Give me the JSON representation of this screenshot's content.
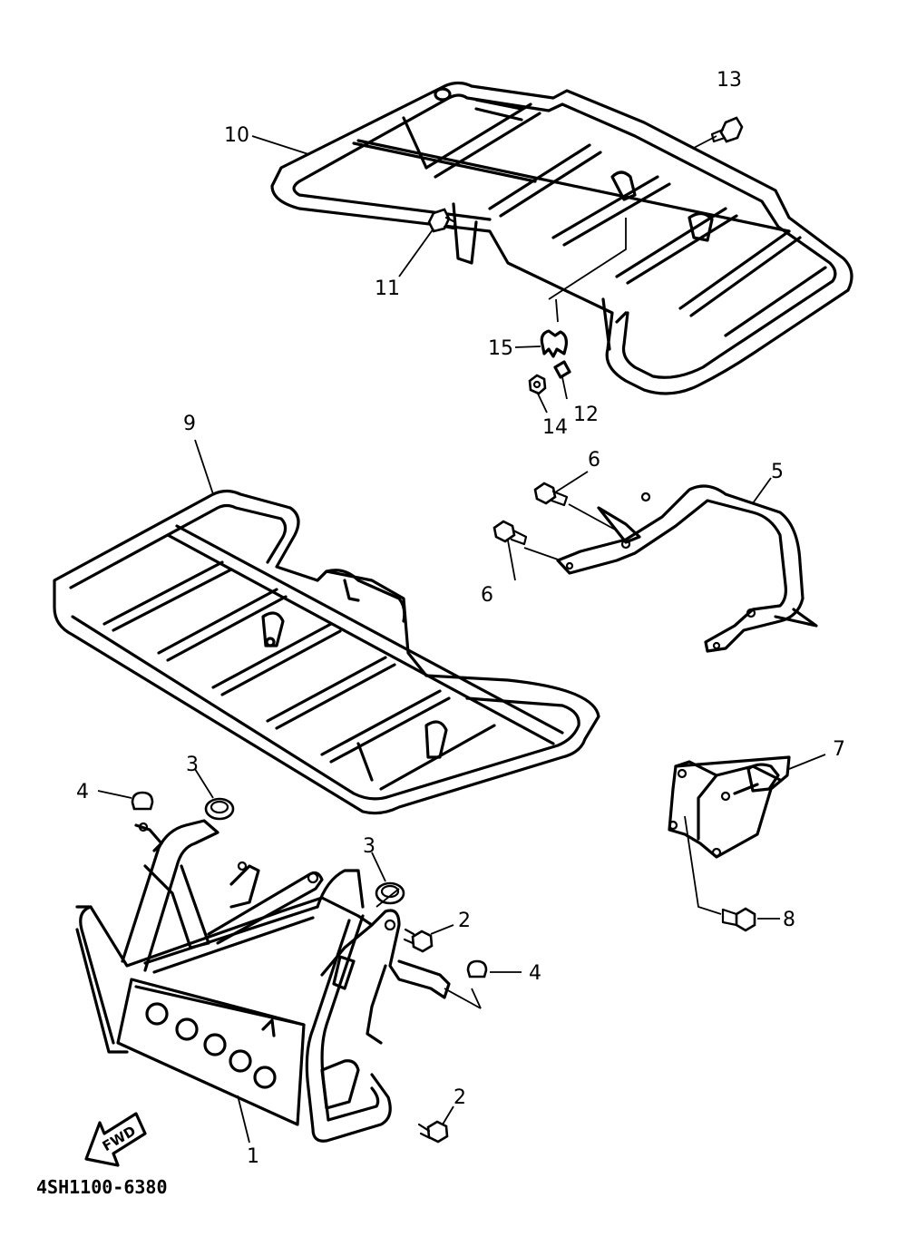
{
  "diagram_code": "4SH1100-6380",
  "fwd_label": "FWD",
  "callouts": [
    {
      "id": "c1",
      "text": "1"
    },
    {
      "id": "c2a",
      "text": "2"
    },
    {
      "id": "c2b",
      "text": "2"
    },
    {
      "id": "c3a",
      "text": "3"
    },
    {
      "id": "c3b",
      "text": "3"
    },
    {
      "id": "c4a",
      "text": "4"
    },
    {
      "id": "c4b",
      "text": "4"
    },
    {
      "id": "c5",
      "text": "5"
    },
    {
      "id": "c6a",
      "text": "6"
    },
    {
      "id": "c6b",
      "text": "6"
    },
    {
      "id": "c7",
      "text": "7"
    },
    {
      "id": "c8",
      "text": "8"
    },
    {
      "id": "c9",
      "text": "9"
    },
    {
      "id": "c10",
      "text": "10"
    },
    {
      "id": "c11",
      "text": "11"
    },
    {
      "id": "c12",
      "text": "12"
    },
    {
      "id": "c13",
      "text": "13"
    },
    {
      "id": "c14",
      "text": "14"
    },
    {
      "id": "c15",
      "text": "15"
    }
  ]
}
